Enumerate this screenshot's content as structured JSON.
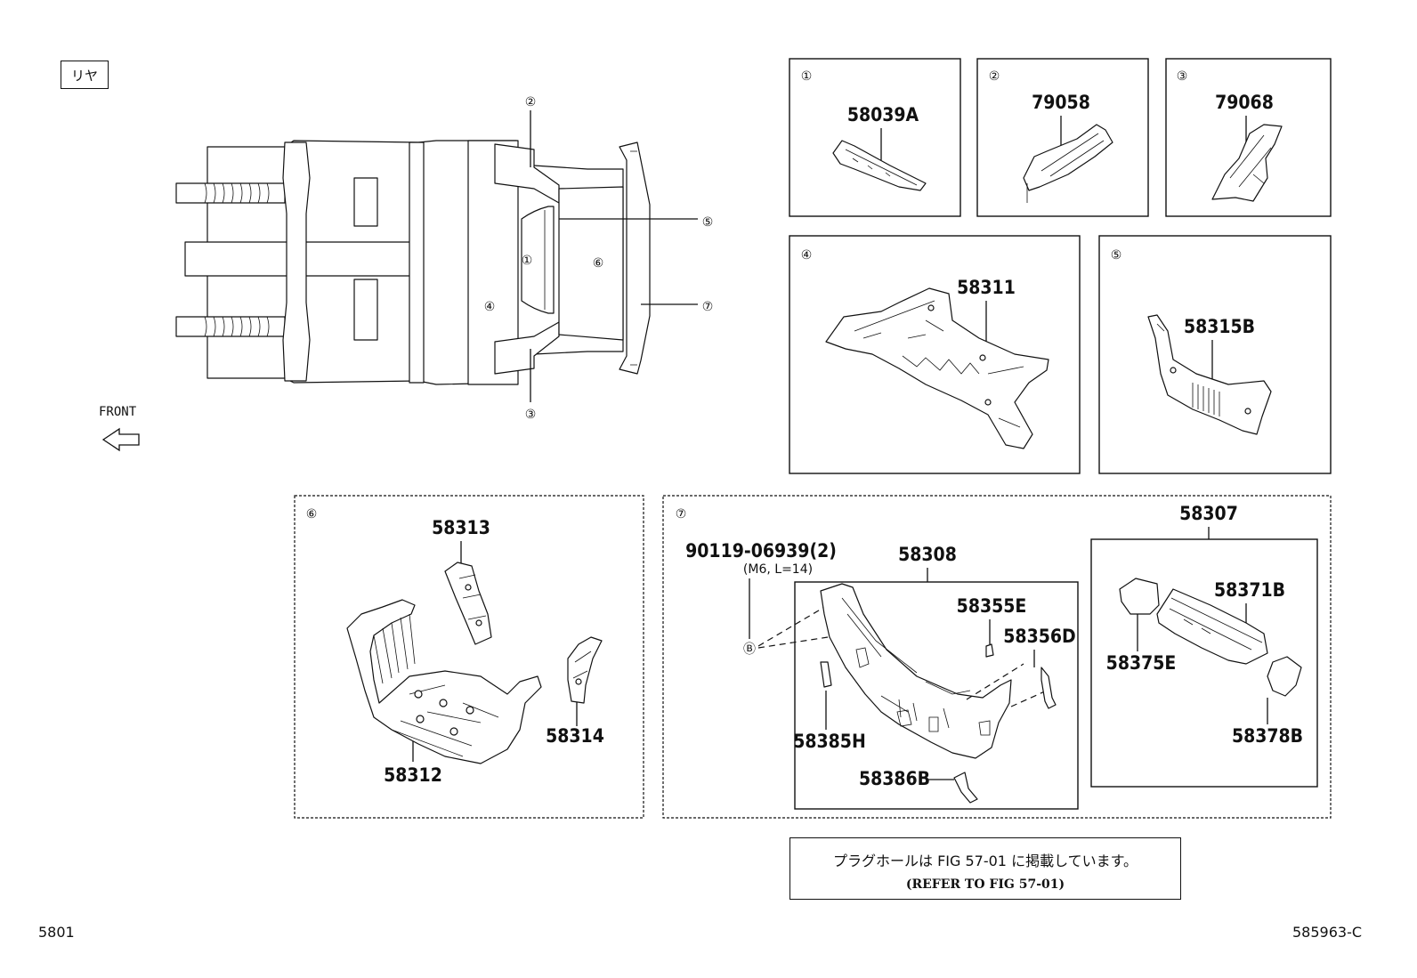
{
  "header": {
    "rear_label": "リヤ"
  },
  "direction": {
    "front_label": "FRONT"
  },
  "overview": {
    "callouts": [
      "①",
      "②",
      "③",
      "④",
      "⑤",
      "⑥",
      "⑦"
    ]
  },
  "panels": {
    "p1": {
      "callout": "①",
      "parts": [
        "58039A"
      ]
    },
    "p2": {
      "callout": "②",
      "parts": [
        "79058"
      ]
    },
    "p3": {
      "callout": "③",
      "parts": [
        "79068"
      ]
    },
    "p4": {
      "callout": "④",
      "parts": [
        "58311"
      ]
    },
    "p5": {
      "callout": "⑤",
      "parts": [
        "58315B"
      ]
    },
    "p6": {
      "callout": "⑥",
      "parts": [
        "58313",
        "58314",
        "58312"
      ]
    },
    "p7": {
      "callout": "⑦",
      "bolt": "90119-06939(2)",
      "bolt_spec": "(M6, L=14)",
      "ref_marker": "Ⓑ",
      "parts": [
        "58308",
        "58355E",
        "58356D",
        "58385H",
        "58386B"
      ],
      "sub_assembly": {
        "label": "58307",
        "parts": [
          "58371B",
          "58375E",
          "58378B"
        ]
      }
    }
  },
  "note": {
    "line1": "プラグホールは FIG 57-01 に掲載しています。",
    "line2": "(REFER TO FIG 57-01)"
  },
  "footer": {
    "left_code": "5801",
    "right_code": "585963-C"
  }
}
